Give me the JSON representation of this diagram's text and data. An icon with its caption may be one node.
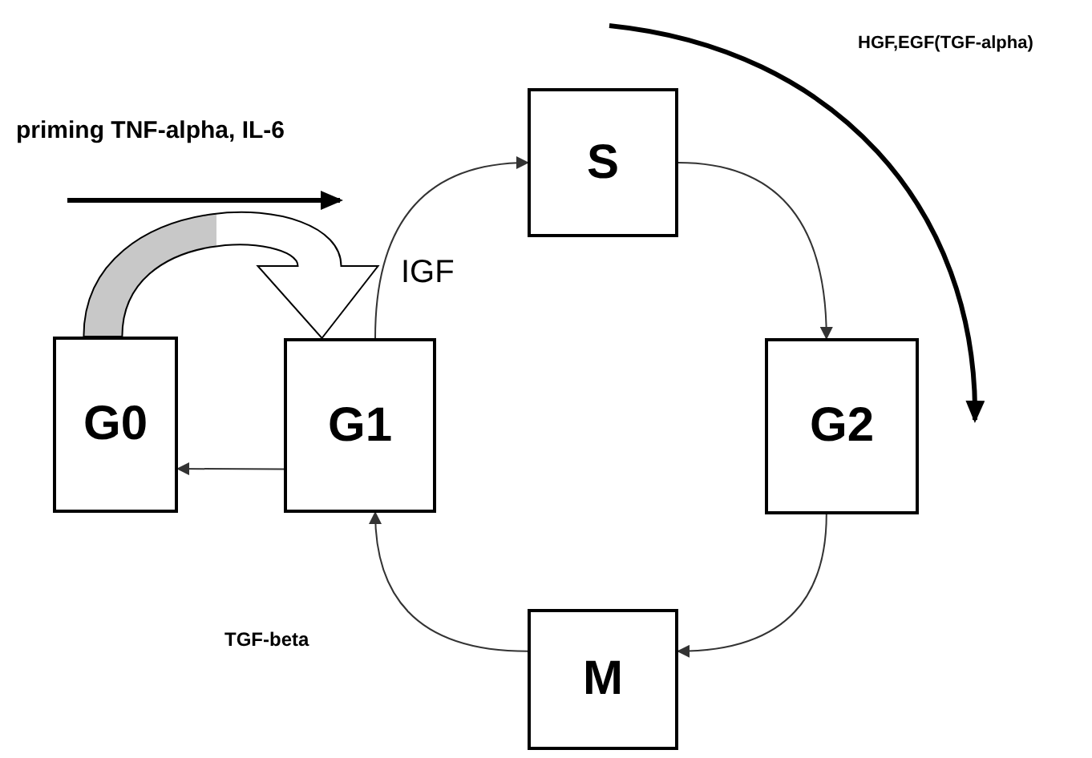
{
  "diagram": {
    "nodes": [
      {
        "text": [
          "G0"
        ]
      },
      {
        "text": [
          "G1"
        ]
      },
      {
        "text": [
          "S"
        ]
      },
      {
        "text": [
          "G2"
        ]
      },
      {
        "text": [
          "M"
        ]
      }
    ],
    "edges": [
      {
        "from": 1,
        "to": 2,
        "arrow": "to",
        "label": "IGF"
      },
      {
        "from": 2,
        "to": 3,
        "arrow": "to"
      },
      {
        "from": 3,
        "to": 4,
        "arrow": "to"
      },
      {
        "from": 4,
        "to": 1,
        "arrow": "to"
      },
      {
        "from": 1,
        "to": 0,
        "arrow": "to"
      },
      {
        "from": 0,
        "to": 1,
        "arrow": "to",
        "style": "thick"
      }
    ],
    "labels": [
      "priming TNF-alpha, IL-6",
      "HGF,EGF(TGF-alpha)",
      "TGF-beta"
    ]
  }
}
